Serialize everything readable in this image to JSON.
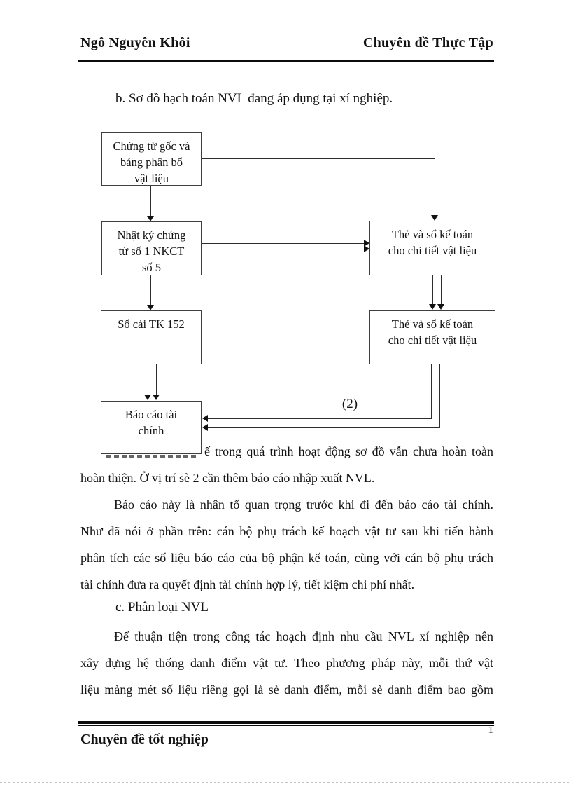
{
  "header": {
    "author": "Ngô Nguyên Khôi",
    "title": "Chuyên đề Thực Tập"
  },
  "headings": {
    "b": "b. Sơ đồ hạch toán NVL đang áp dụng tại xí nghiệp.",
    "c": "c. Phân loại NVL"
  },
  "diagram": {
    "box_source": "Chứng từ gốc và\nbảng phân bổ\nvật liệu",
    "box_journal": "Nhật ký chứng\ntừ số 1 NKCT\nsố 5",
    "box_detail_top": "Thẻ và sổ kế toán\ncho chi tiết vật liệu",
    "box_ledger": "Sổ cái TK 152",
    "box_detail_bottom": "Thẻ và sổ kế toán\ncho chi tiết vật liệu",
    "box_report": "Báo cáo tài\nchính",
    "label_2": "(2)"
  },
  "paragraphs": {
    "p1": {
      "lines": [
        "ế trong quá trình hoạt động sơ đồ vẫn chưa hoàn toàn",
        "hoàn thiện.  Ở vị trí sè 2 cần thêm báo cáo nhập xuất NVL."
      ]
    },
    "p2": {
      "lines": [
        "Báo cáo này là nhân tố quan trọng trước khi đi đến báo cáo tài chính.",
        "Như đã nói ở phần trên: cán bộ phụ trách kế hoạch vật tư sau khi tiến hành",
        "phân tích các số liệu  báo cáo của bộ phận kế toán, cùng với cán bộ phụ trách",
        "tài chính đưa ra quyết định tài chính hợp lý, tiết kiệm chi phí nhất."
      ]
    },
    "p3": {
      "lines": [
        "Để thuận tiện trong công tác hoạch định nhu cầu NVL xí nghiệp nên",
        "xây dựng hệ thống danh điểm vật tư. Theo phương pháp này, mỗi thứ vật",
        "liệu màng mét số liệu riêng gọi là sè danh điểm, mỗi sè danh điểm bao gồm"
      ]
    },
    "colors": {
      "text": "#121212",
      "line": "#2d2d2d",
      "box_border": "#3f3f3f",
      "background": "#ffffff"
    }
  },
  "footer": {
    "label": "Chuyên đề tốt nghiệp",
    "page_number": "1"
  }
}
